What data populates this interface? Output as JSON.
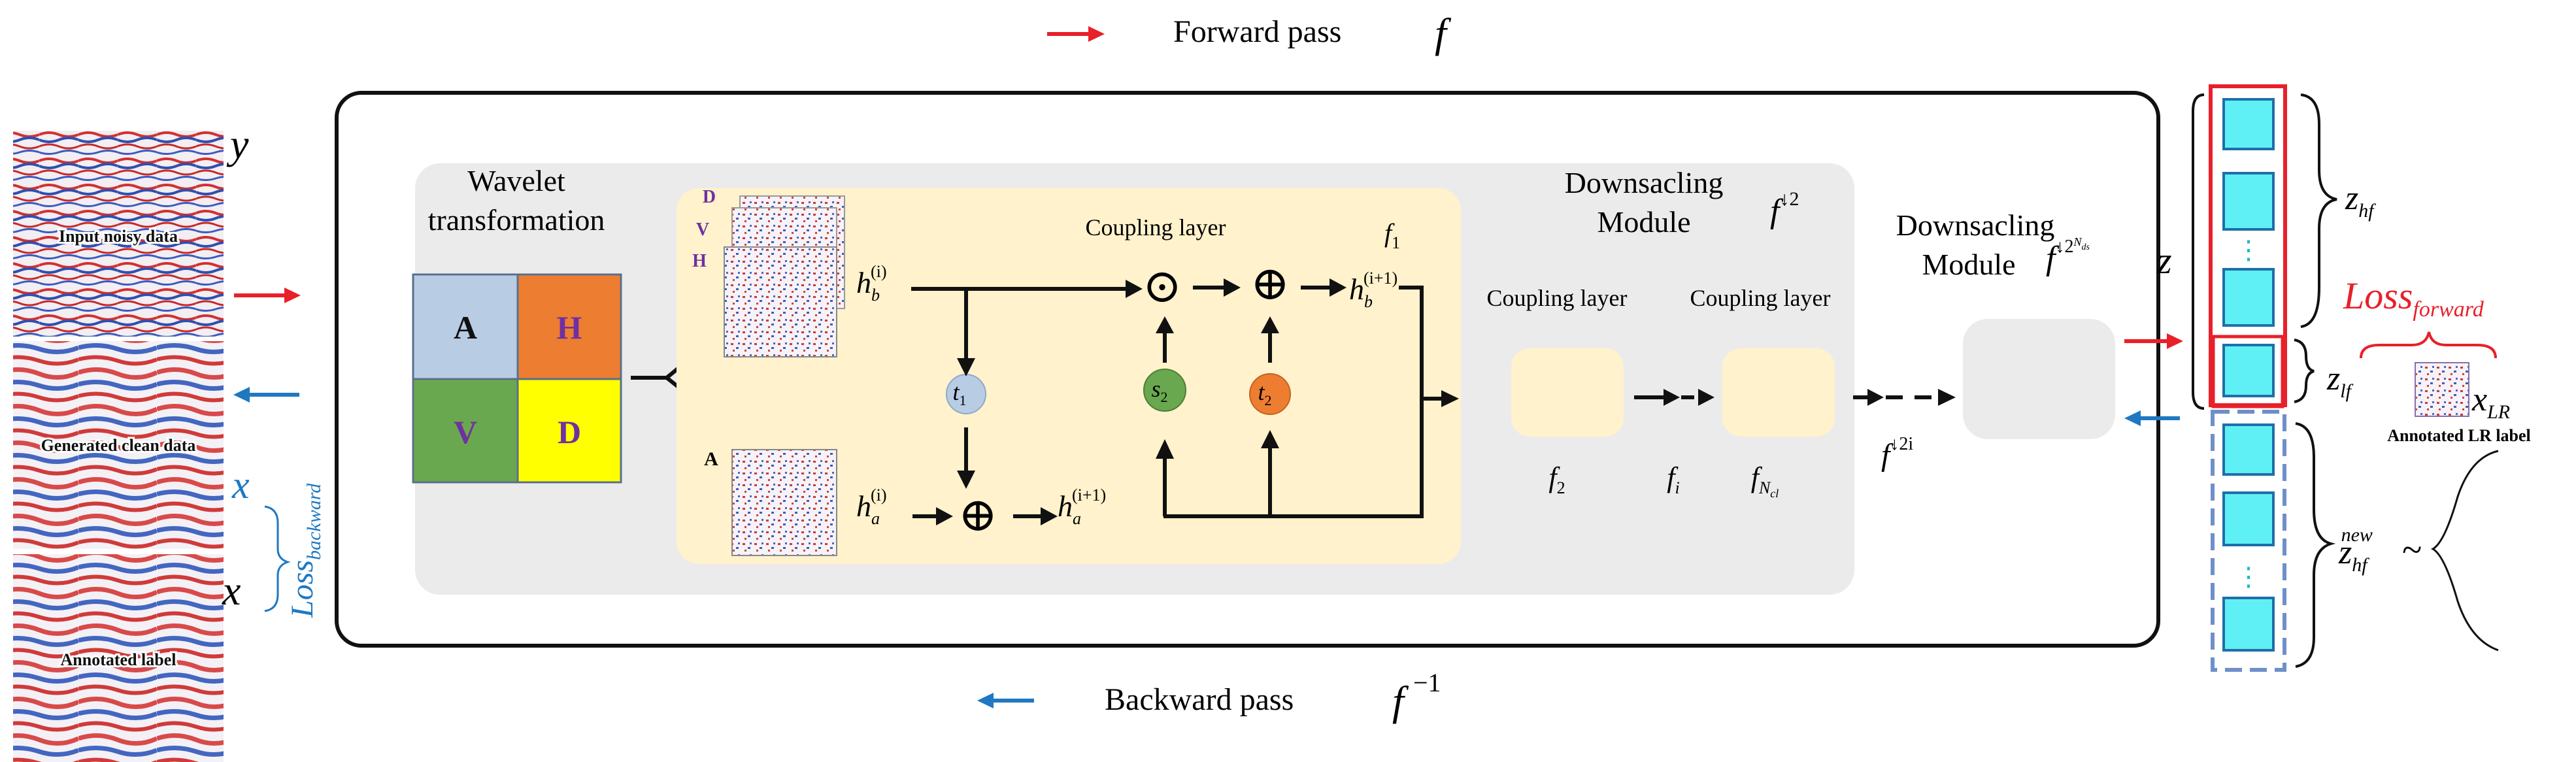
{
  "legend": {
    "forward_label": "Forward pass",
    "forward_symbol": "f",
    "backward_label": "Backward pass",
    "backward_symbol": "f",
    "backward_sup": "−1"
  },
  "left_panel": {
    "y_symbol": "y",
    "input_caption": "Input noisy data",
    "generated_caption": "Generated clean data",
    "label_caption": "Annotated label",
    "x_hat_symbol": "x",
    "x_symbol": "x",
    "loss_main": "Loss",
    "loss_sub": "backward"
  },
  "wavelet": {
    "title_line1": "Wavelet",
    "title_line2": "transformation",
    "q_a": "A",
    "q_h": "H",
    "q_v": "V",
    "q_d": "D",
    "stack_d": "D",
    "stack_v": "V",
    "stack_h": "H",
    "a_label": "A"
  },
  "coupling": {
    "title": "Coupling layer",
    "f1": "f",
    "f1_sub": "1",
    "hb": "h",
    "hb_sub": "b",
    "hb_sup": "(i)",
    "ha": "h",
    "ha_sub": "a",
    "ha_sup": "(i)",
    "hb_next": "h",
    "hb_next_sub": "b",
    "hb_next_sup": "(i+1)",
    "ha_next": "h",
    "ha_next_sub": "a",
    "ha_next_sup": "(i+1)",
    "t1": "t",
    "t1_sub": "1",
    "s2": "s",
    "s2_sub": "2",
    "t2": "t",
    "t2_sub": "2",
    "odot": "⊙",
    "oplus": "⊕"
  },
  "downscaling1": {
    "title_line1": "Downsacling",
    "title_line2": "Module",
    "symbol": "f",
    "symbol_sup": "↓2",
    "cl_label_1": "Coupling layer",
    "cl_label_2": "Coupling layer",
    "f2": "f",
    "f2_sub": "2",
    "fi": "f",
    "fi_sub": "i",
    "fncl": "f",
    "fncl_sub": "N",
    "fncl_subsub": "cl",
    "f2i": "f",
    "f2i_sup": "↓2i"
  },
  "downscaling2": {
    "title_line1": "Downsacling",
    "title_line2": "Module",
    "symbol": "f",
    "symbol_sup": "↓2",
    "symbol_sup_exp": "N",
    "symbol_sup_exp_sub": "ds"
  },
  "latent": {
    "z": "z",
    "zhf": "z",
    "zhf_sub": "hf",
    "zlf": "z",
    "zlf_sub": "lf",
    "znew": "z",
    "znew_sub": "hf",
    "znew_sup": "new",
    "tilde": "~",
    "loss_main": "Loss",
    "loss_sub": "forward",
    "xlr": "x",
    "xlr_sub": "LR",
    "lr_caption": "Annotated LR label",
    "dots": "⋮"
  },
  "colors": {
    "forward": "#e8202a",
    "backward": "#1f78c1",
    "module_bg": "#ebebeb",
    "coupling_bg": "#fff2cc",
    "cell_fill": "#5ff0f5",
    "q_a": "#b8cce4",
    "q_h": "#ed7d31",
    "q_v": "#6aa84f",
    "q_d": "#ffff00",
    "letter_purple": "#7030a0",
    "t1_fill": "#b8cce4",
    "s2_fill": "#6aa84f",
    "t2_fill": "#ed7d31"
  }
}
